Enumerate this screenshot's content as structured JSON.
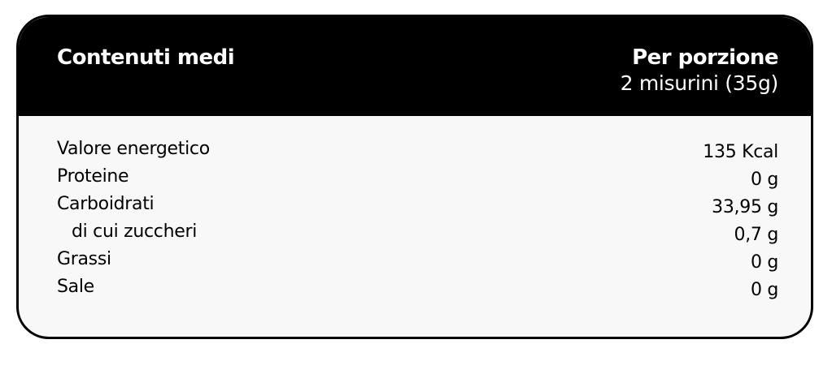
{
  "header": {
    "left_title": "Contenuti medi",
    "right_title": "Per porzione",
    "right_subtitle": "2 misurini (35g)"
  },
  "rows": [
    {
      "name": "Valore energetico",
      "value": "135 Kcal"
    },
    {
      "name": "Proteine",
      "value": "0 g"
    },
    {
      "name": "Carboidrati",
      "value": "33,95 g"
    },
    {
      "name": "di cui zuccheri",
      "value": "0,7 g"
    },
    {
      "name": "Grassi",
      "value": "0 g"
    },
    {
      "name": "Sale",
      "value": "0 g"
    }
  ]
}
